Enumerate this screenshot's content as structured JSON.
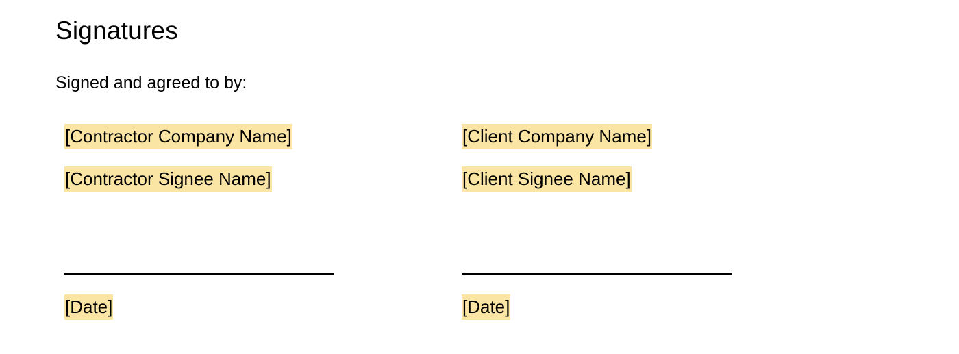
{
  "section": {
    "title": "Signatures",
    "intro": "Signed and agreed to by:"
  },
  "contractor": {
    "company_name": "[Contractor Company Name]",
    "signee_name": "[Contractor Signee Name]",
    "date": "[Date]"
  },
  "client": {
    "company_name": "[Client Company Name]",
    "signee_name": "[Client Signee Name]",
    "date": "[Date]"
  },
  "colors": {
    "placeholder_highlight": "#fbe5a4",
    "text": "#000000",
    "background": "#ffffff"
  }
}
